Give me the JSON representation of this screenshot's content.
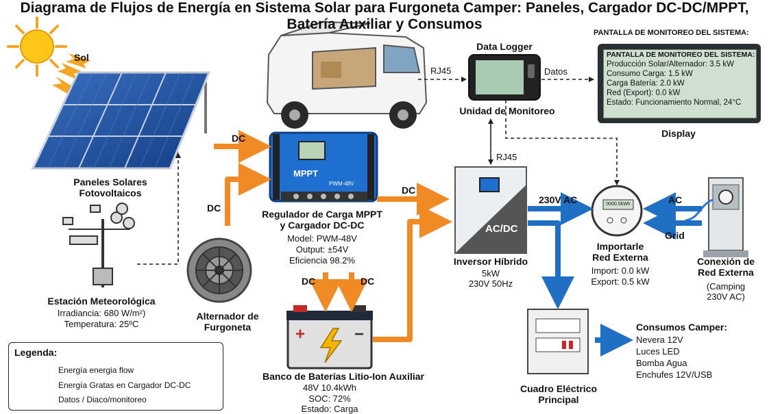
{
  "title": {
    "line1": "Diagrama de Flujos de Energía en Sistema Solar para Furgoneta Camper: Paneles, Cargador DC-DC/MPPT,",
    "line2": "Batería Auxiliar y Consumos"
  },
  "sun_label": "Sol",
  "panels_label": {
    "line1": "Paneles Solares",
    "line2": "Fotovoltaicos"
  },
  "weather": {
    "title": "Estación Meteorológica",
    "irradiance": "Irradiancia: 680 W/m²)",
    "temperature": "Temperatura: 25ºC"
  },
  "alternator": {
    "line1": "Alternador de",
    "line2": "Furgoneta"
  },
  "mppt": {
    "device_label": "MPPT",
    "device_model": "PWM-48V",
    "title1": "Regulador de Carga MPPT",
    "title2": "y Cargador DC-DC",
    "model": "Model: PWM-48V",
    "output": "Output: ±54V",
    "efficiency": "Eficiencia 98.2%"
  },
  "battery": {
    "title": "Banco de Baterías Litio-Ion Auxiliar",
    "capacity": "48V 10.4kWh",
    "soc": "SOC: 72%",
    "state": "Estado: Carga"
  },
  "inverter": {
    "device_label": "AC/DC",
    "title": "Inversor Híbrido",
    "power": "5kW",
    "voltage": "230V 50Hz"
  },
  "logger": {
    "top_label": "Data Logger",
    "bottom_label": "Unidad de Monitoreo"
  },
  "display_panel": {
    "header": "PANTALLA DE MONITOREO DEL SISTEMA:",
    "screen_header": "PANTALLA DE MONITOREO DEL SISTEMA:",
    "lines": [
      "Producción Solar/Alternador: 3.5 kW",
      "Consumo Carga: 1.5 kW",
      "Carga Batería: 2.0 kW",
      "Red (Export): 0.0 kW",
      "Estado: Funcionamiento Normal, 24°C"
    ],
    "caption": "Display"
  },
  "meter": {
    "screen": "0000.0kWh",
    "title1": "Importarle",
    "title2": "Red Externa",
    "import": "Import: 0.0 kW",
    "export": "Export: 0.5 kW"
  },
  "grid_conn": {
    "title1": "Conexión de",
    "title2": "Red Externa",
    "sub1": "(Camping",
    "sub2": "230V AC)"
  },
  "panel_board": {
    "line1": "Cuadro Eléctrico",
    "line2": "Principal"
  },
  "consumos": {
    "title": "Consumos Camper:",
    "items": [
      "Nevera 12V",
      "Luces LED",
      "Bomba Agua",
      "Enchufes 12V/USB"
    ]
  },
  "flows": {
    "dc_panels": "DC",
    "dc_alt": "DC",
    "dc_inv": "DC",
    "dc_bat1": "DC",
    "dc_bat2": "DC",
    "rj45_logger": "RJ45",
    "rj45_inverter": "RJ45",
    "datos": "Datos",
    "ac_out": "230V AC",
    "ac_in": "AC",
    "grid": "Grid"
  },
  "legend": {
    "title": "Legenda:",
    "items": [
      {
        "label": "Energía energia flow",
        "color": "#f08a24"
      },
      {
        "label": "Energía Gratas en Cargador DC-DC",
        "color": "#1f6fc4"
      },
      {
        "label": "Datos / Diaco/monitoreo",
        "color": "#222222"
      }
    ]
  },
  "colors": {
    "orange": "#f08a24",
    "blue": "#1f6fc4",
    "panel": "#1d4f9c",
    "mppt": "#1e6fd0"
  }
}
